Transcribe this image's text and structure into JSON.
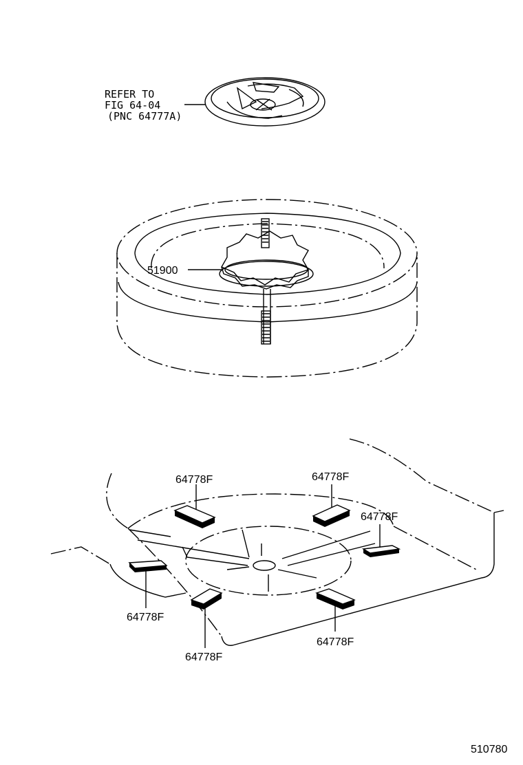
{
  "callouts": {
    "refer_line1": "REFER TO",
    "refer_line2": "FIG 64-04",
    "refer_line3": "(PNC 64777A)",
    "bolt_part": "51900",
    "pad_part_top_left": "64778F",
    "pad_part_top_right": "64778F",
    "pad_part_right": "64778F",
    "pad_part_left": "64778F",
    "pad_part_bottom_mid": "64778F",
    "pad_part_bottom_right": "64778F"
  },
  "diagram_number": "510780",
  "colors": {
    "line": "#000000",
    "background": "#ffffff"
  }
}
